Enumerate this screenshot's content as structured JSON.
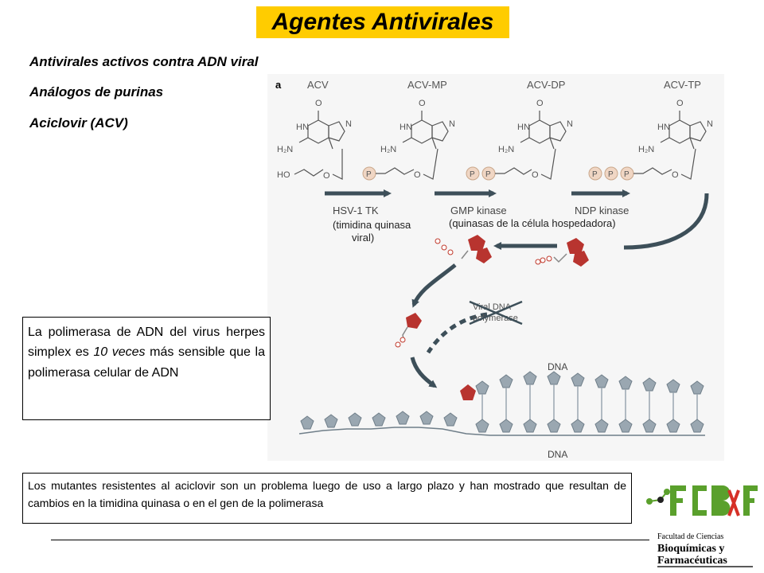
{
  "title": "Agentes Antivirales",
  "subheadings": [
    "Antivirales activos contra ADN viral",
    "Análogos de purinas",
    "Aciclovir (ACV)"
  ],
  "figure": {
    "panel_letter": "a",
    "compounds": [
      "ACV",
      "ACV-MP",
      "ACV-DP",
      "ACV-TP"
    ],
    "atoms": {
      "o": "O",
      "n": "N",
      "hn": "HN",
      "h2n": "H₂N",
      "ho": "HO",
      "p": "P"
    },
    "enzymes": [
      "HSV-1 TK",
      "GMP kinase",
      "NDP kinase"
    ],
    "note_viral_line1": "(timidina quinasa",
    "note_viral_line2": "viral)",
    "note_host": "(quinasas de la célula hospedadora)",
    "polymerase_line1": "Viral DNA",
    "polymerase_line2": "polymerase",
    "dna_top": "DNA",
    "dna_bottom": "DNA"
  },
  "note": {
    "part1": "La polimerasa de ADN del virus herpes simplex es ",
    "emphasis": "10 veces",
    "part2": " más sensible que la polimerasa celular de ADN"
  },
  "bottom_text": "Los mutantes resistentes al aciclovir son un problema luego de uso a largo plazo y han mostrado que resultan de cambios en la timidina quinasa o en el gen de la polimerasa",
  "logo": {
    "line1": "Facultad de Ciencias",
    "line2": "Bioquímicas y",
    "line3": "Farmacéuticas",
    "colors": {
      "green": "#5aa02c",
      "red": "#d63027",
      "dark": "#222222"
    }
  }
}
